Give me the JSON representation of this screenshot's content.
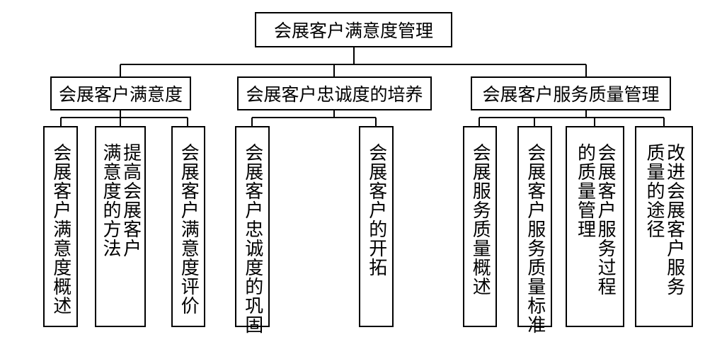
{
  "root": {
    "label": "会展客户满意度管理"
  },
  "groups": [
    {
      "label": "会展客户满意度",
      "children": [
        {
          "label": "会展客户满意度概述"
        },
        {
          "label": "提高会展客户\n满意度的方法"
        },
        {
          "label": "会展客户满意度评价"
        }
      ]
    },
    {
      "label": "会展客户忠诚度的培养",
      "children": [
        {
          "label": "会展客户忠诚度的巩固"
        },
        {
          "label": "会展客户的开拓"
        }
      ]
    },
    {
      "label": "会展客户服务质量管理",
      "children": [
        {
          "label": "会展服务质量概述"
        },
        {
          "label": "会展客户服务质量标准"
        },
        {
          "label": "会展客户服务过程\n的质量管理"
        },
        {
          "label": "改进会展客户服务\n质量的途径"
        }
      ]
    }
  ]
}
